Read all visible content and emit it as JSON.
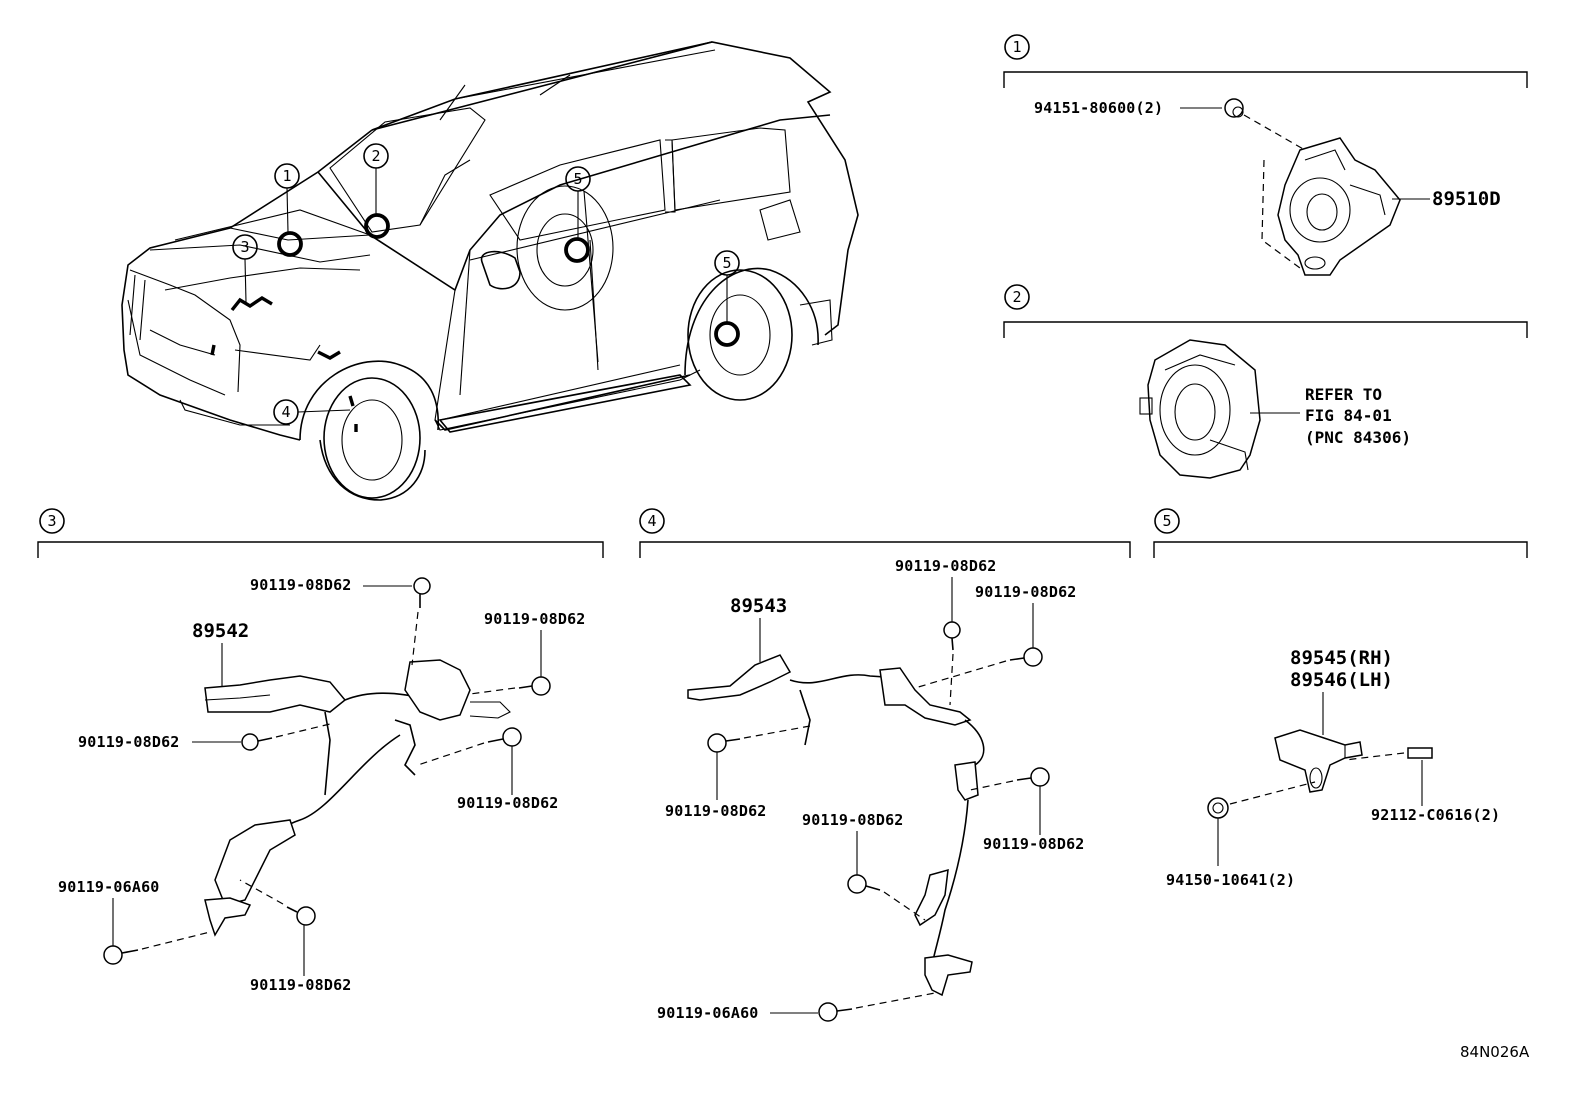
{
  "callouts": {
    "c1": "1",
    "c2": "2",
    "c3": "3",
    "c4": "4",
    "c5": "5"
  },
  "vehicle": {
    "markers": [
      "1",
      "2",
      "3",
      "4",
      "5",
      "5"
    ]
  },
  "section1": {
    "number": "1",
    "nut_label": "94151-80600(2)",
    "sensor_label": "89510D"
  },
  "section2": {
    "number": "2",
    "reference_line1": "REFER TO",
    "reference_line2": "FIG 84-01",
    "reference_line3": "(PNC 84306)"
  },
  "section3": {
    "number": "3",
    "harness_label": "89542",
    "bolt_top": "90119-08D62",
    "bolt_right_top": "90119-08D62",
    "bolt_left": "90119-08D62",
    "bolt_right_mid": "90119-08D62",
    "bolt_lower_left": "90119-06A60",
    "bolt_lower_right": "90119-08D62"
  },
  "section4": {
    "number": "4",
    "harness_label": "89543",
    "bolt_top_left": "90119-08D62",
    "bolt_top_right": "90119-08D62",
    "bolt_left": "90119-08D62",
    "bolt_mid": "90119-08D62",
    "bolt_right": "90119-08D62",
    "bolt_bottom": "90119-06A60"
  },
  "section5": {
    "number": "5",
    "sensor_rh": "89545(RH)",
    "sensor_lh": "89546(LH)",
    "bolt_label": "92112-C0616(2)",
    "nut_label": "94150-10641(2)"
  },
  "diagram_code": "84N026A"
}
